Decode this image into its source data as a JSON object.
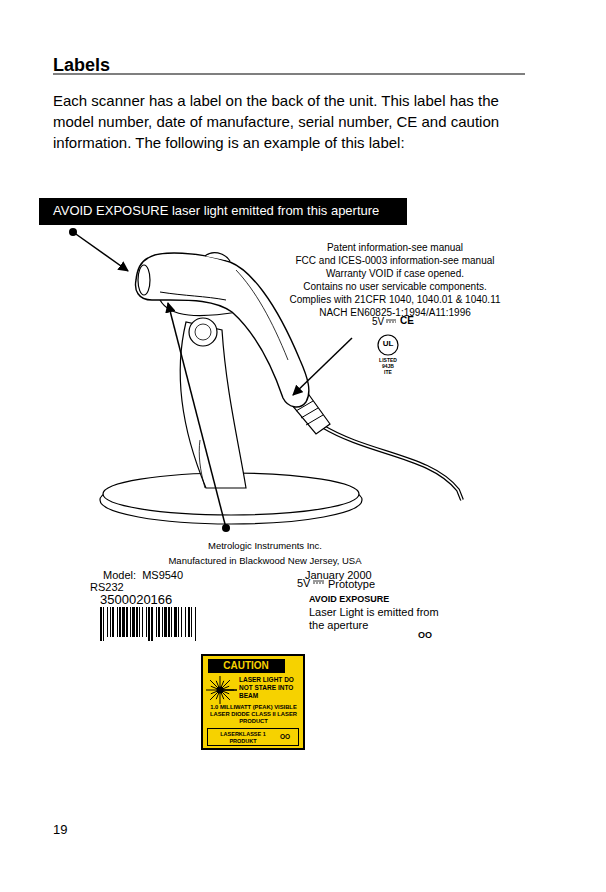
{
  "diagram": {
    "title": "Labels",
    "nodes": [
      {
        "text": [
          "AVOID EXPOSURE  laser light emitted from this aperture"
        ]
      },
      {
        "text": [
          "LASER LIGHT DO NOT STARE INTO BEAM",
          "1.0 MILLIWATT (PEAK) VISIBLE LASER DIODE CLASS II LASER PRODUCT"
        ]
      },
      {
        "text": [
          "CAUTION"
        ],
        "in": 1
      },
      {
        "text": [
          "LASERKLASSE 1 PRODUKT",
          "OO"
        ],
        "in": 1
      }
    ],
    "edges": [],
    "labels": [
      "Each scanner has a label on the back of the unit. This label has the model number, date of manufacture, serial number, CE and caution information. The following is an example of this label:",
      "Patent information-see manual",
      "FCC and ICES-0003 information-see manual",
      "Warranty VOID if case opened.",
      "Contains no user servicable components.",
      "Complies with 21CFR 1040, 1040.01 & 1040.11",
      "NACH EN60825-1:1994/A11:1996",
      "5V",
      "CE",
      "UL",
      "LISTED",
      "94JB",
      "ITE",
      "Metrologic Instruments Inc.",
      "Manufactured in Blackwood New Jersey, USA",
      "Model:  MS9540",
      "January 2000",
      "RS232",
      "5V",
      "Prototype",
      "3500020166",
      "AVOID EXPOSURE",
      "Laser Light is emitted from the aperture",
      "OO",
      "19"
    ]
  }
}
